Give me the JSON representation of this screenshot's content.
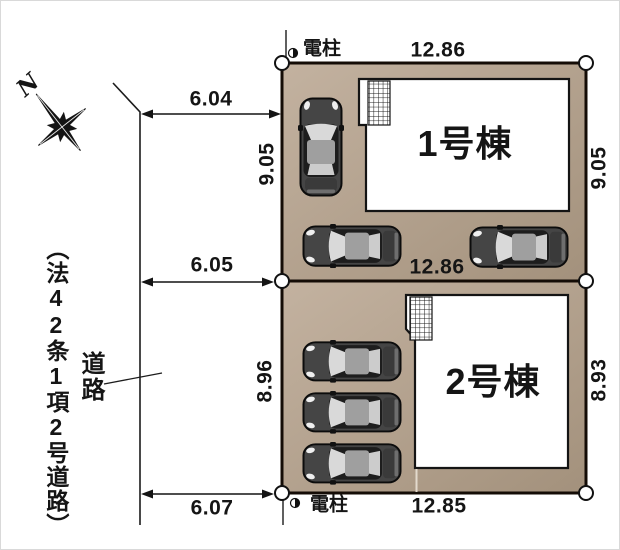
{
  "plan": {
    "compass": {
      "north_label": "N"
    },
    "road": {
      "classification": "（法42条1項2号道路）",
      "label": "道路",
      "width_top": "6.04",
      "width_middle": "6.05",
      "width_bottom": "6.07"
    },
    "poles": {
      "top_label": "電柱",
      "bottom_label": "電柱"
    },
    "lot1": {
      "building_label": "1号棟",
      "width_top": "12.86",
      "width_bottom": "12.86",
      "depth_left": "9.05",
      "depth_right": "9.05"
    },
    "lot2": {
      "building_label": "2号棟",
      "width_bottom": "12.85",
      "depth_left": "8.96",
      "depth_right": "8.93"
    },
    "colors": {
      "lot_fill_light": "#c3b2a0",
      "lot_fill_dark": "#a3917c",
      "line": "#1a1a1a",
      "building_fill": "#ffffff"
    }
  }
}
